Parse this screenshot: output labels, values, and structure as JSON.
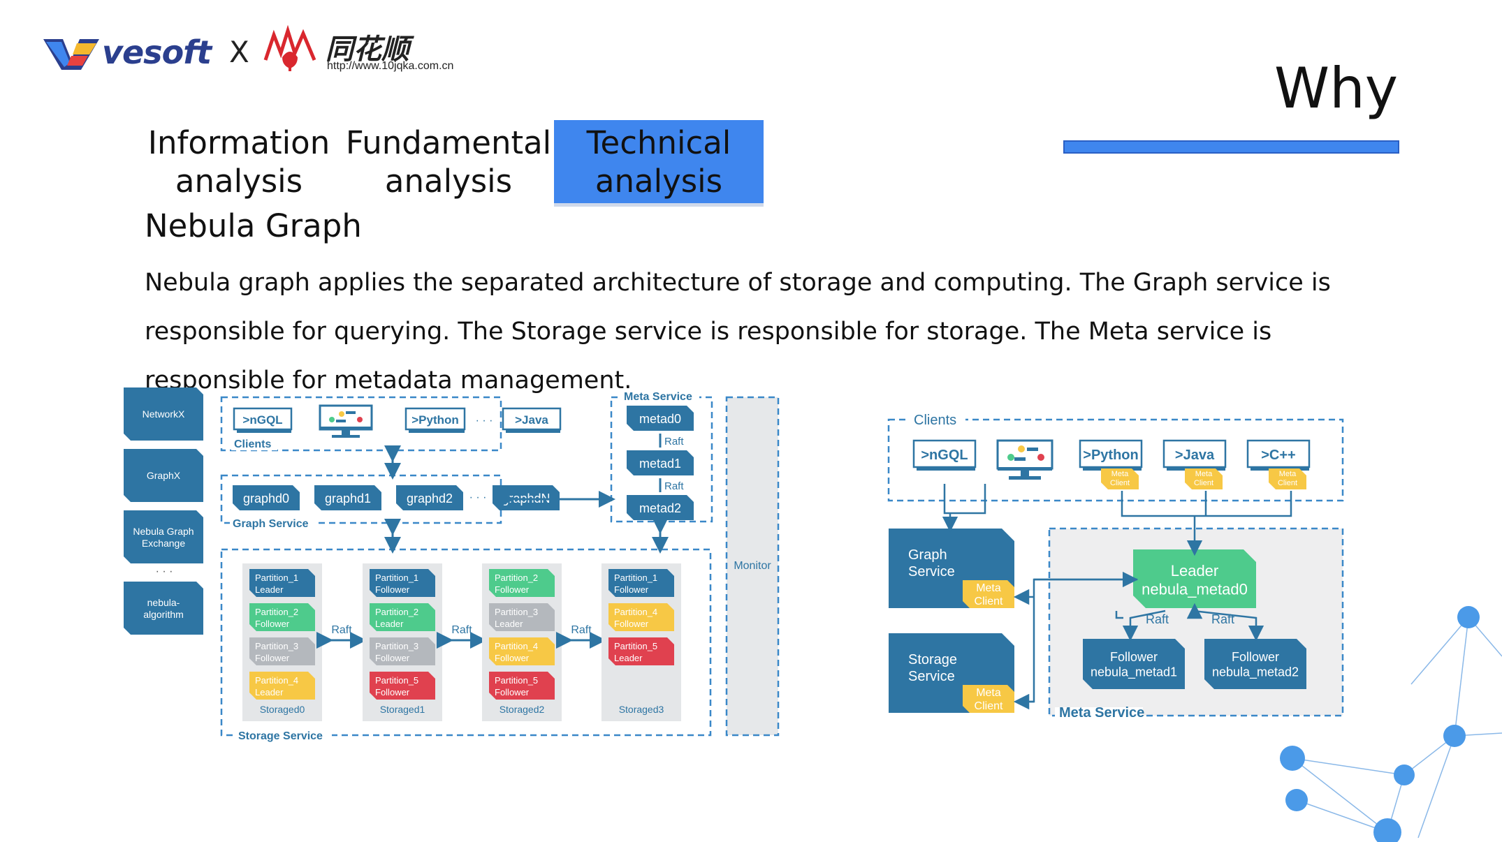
{
  "header": {
    "vesoft_logo_text": "vesoft",
    "times": "X",
    "partner_logo_text": "同花顺",
    "partner_url": "http://www.10jqka.com.cn",
    "brand_color": "#3f86ee"
  },
  "page_title": "Why",
  "tabs": [
    {
      "label": "Information\nanalysis",
      "active": false
    },
    {
      "label": "Fundamental\nanalysis",
      "active": false
    },
    {
      "label": "Technical\nanalysis",
      "active": true
    }
  ],
  "section_title": "Nebula Graph",
  "description": "Nebula graph applies the separated architecture of storage and computing. The Graph service is responsible for querying. The Storage service is responsible for storage. The Meta service is responsible for metadata management.",
  "left_diagram": {
    "side_tools": [
      "NetworkX",
      "GraphX",
      "Nebula Graph\nExchange",
      "· · ·",
      "nebula-\nalgorithm"
    ],
    "clients_label": "Clients",
    "clients": [
      ">nGQL",
      ">Python",
      "· · ·",
      ">Java"
    ],
    "graph_service_label": "Graph Service",
    "graphd": [
      "graphd0",
      "graphd1",
      "graphd2",
      "· · ·",
      "graphdN"
    ],
    "meta_service_label": "Meta Service",
    "metad": [
      "metad0",
      "metad1",
      "metad2"
    ],
    "raft": "Raft",
    "monitor": "Monitor",
    "storage_service_label": "Storage Service",
    "storaged": [
      {
        "name": "Storaged0",
        "partitions": [
          [
            "Partition_1",
            "Leader",
            "blue"
          ],
          [
            "Partition_2",
            "Follower",
            "green"
          ],
          [
            "Partition_3",
            "Follower",
            "gray"
          ],
          [
            "Partition_4",
            "Leader",
            "yellow"
          ]
        ]
      },
      {
        "name": "Storaged1",
        "partitions": [
          [
            "Partition_1",
            "Follower",
            "blue"
          ],
          [
            "Partition_2",
            "Leader",
            "green"
          ],
          [
            "Partition_3",
            "Follower",
            "gray"
          ],
          [
            "Partition_5",
            "Follower",
            "red"
          ]
        ]
      },
      {
        "name": "Storaged2",
        "partitions": [
          [
            "Partition_2",
            "Follower",
            "green"
          ],
          [
            "Partition_3",
            "Leader",
            "gray"
          ],
          [
            "Partition_4",
            "Follower",
            "yellow"
          ],
          [
            "Partition_5",
            "Follower",
            "red"
          ]
        ]
      },
      {
        "name": "Storaged3",
        "partitions": [
          [
            "Partition_1",
            "Follower",
            "blue"
          ],
          [
            "Partition_4",
            "Follower",
            "yellow"
          ],
          [
            "Partition_5",
            "Leader",
            "red"
          ]
        ]
      }
    ],
    "colors": {
      "blue": "#2e75a3",
      "green": "#4ecb8c",
      "gray": "#b4b8bd",
      "yellow": "#f7c845",
      "red": "#e0414f",
      "dash": "#3a88c8"
    }
  },
  "right_diagram": {
    "clients_label": "Clients",
    "clients": [
      ">nGQL",
      ">Python",
      ">Java",
      ">C++"
    ],
    "meta_client": "Meta\nClient",
    "graph_service": "Graph\nService",
    "storage_service": "Storage\nService",
    "leader": "Leader\nnebula_metad0",
    "follower1": "Follower\nnebula_metad1",
    "follower2": "Follower\nnebula_metad2",
    "raft": "Raft",
    "meta_service_label": "Meta Service"
  }
}
